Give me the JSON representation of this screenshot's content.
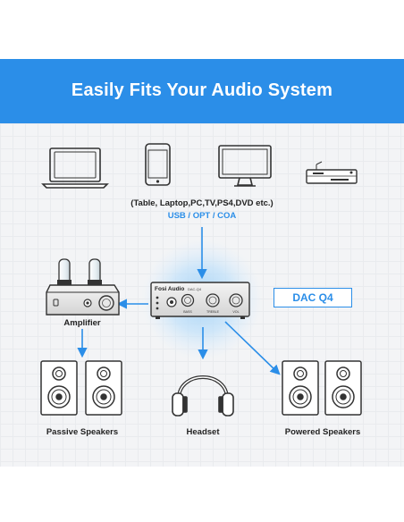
{
  "banner": {
    "title": "Easily Fits Your Audio System",
    "color": "#2b8ee8"
  },
  "sources": {
    "caption": "(Table, Laptop,PC,TV,PS4,DVD etc.)",
    "ports": "USB / OPT / COA",
    "icons": [
      "laptop-icon",
      "phone-icon",
      "monitor-icon",
      "dvd-player-icon"
    ]
  },
  "dac": {
    "label": "DAC Q4",
    "brand": "Fosi Audio",
    "model": "DAC-Q4",
    "knob_labels": [
      "BASS",
      "TREBLE",
      "VOL"
    ]
  },
  "amplifier": {
    "label": "Amplifier"
  },
  "outputs": [
    {
      "label": "Passive Speakers",
      "icon": "passive-speakers-icon"
    },
    {
      "label": "Headset",
      "icon": "headset-icon"
    },
    {
      "label": "Powered Speakers",
      "icon": "powered-speakers-icon"
    }
  ],
  "colors": {
    "accent": "#2b8ee8",
    "device_outline": "#333333"
  }
}
